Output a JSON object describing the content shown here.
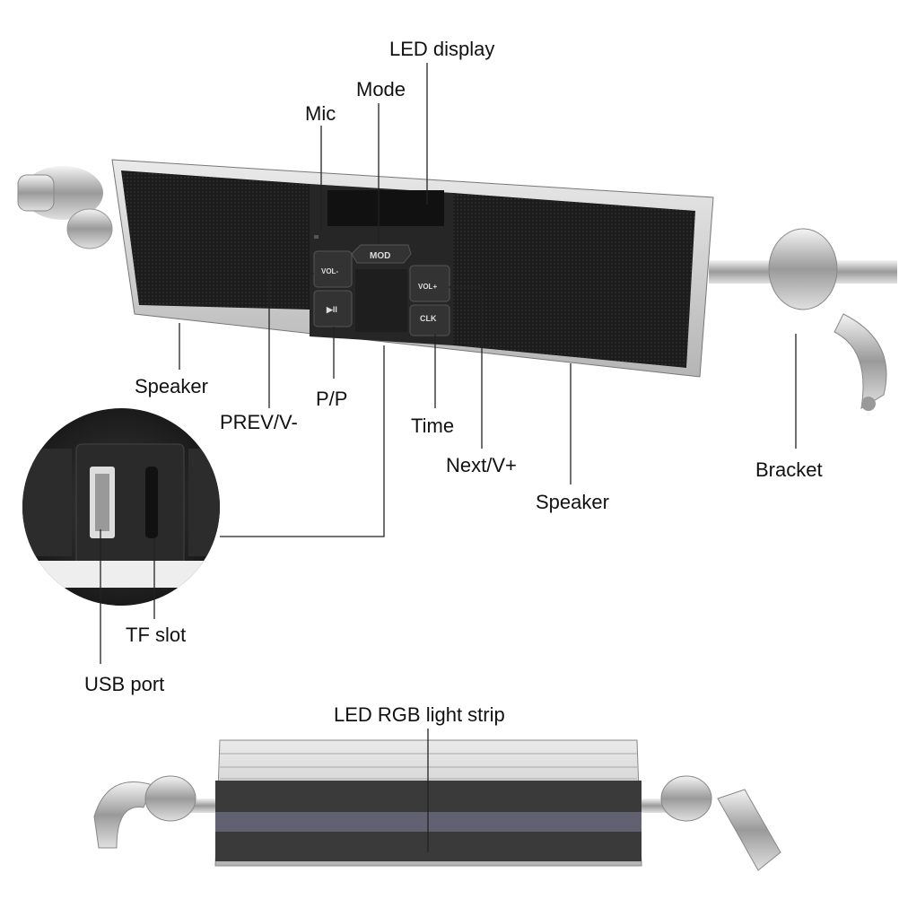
{
  "labels": {
    "led_display": "LED display",
    "mode": "Mode",
    "mic": "Mic",
    "speaker_left": "Speaker",
    "prev": "PREV/V-",
    "play_pause": "P/P",
    "time": "Time",
    "next": "Next/V+",
    "speaker_right": "Speaker",
    "bracket": "Bracket",
    "tf_slot": "TF slot",
    "usb_port": "USB port",
    "led_strip": "LED RGB light strip"
  },
  "buttons": {
    "mod": "MOD",
    "vol_minus": "VOL-",
    "vol_plus": "VOL+",
    "clk": "CLK",
    "play": "▶II"
  }
}
